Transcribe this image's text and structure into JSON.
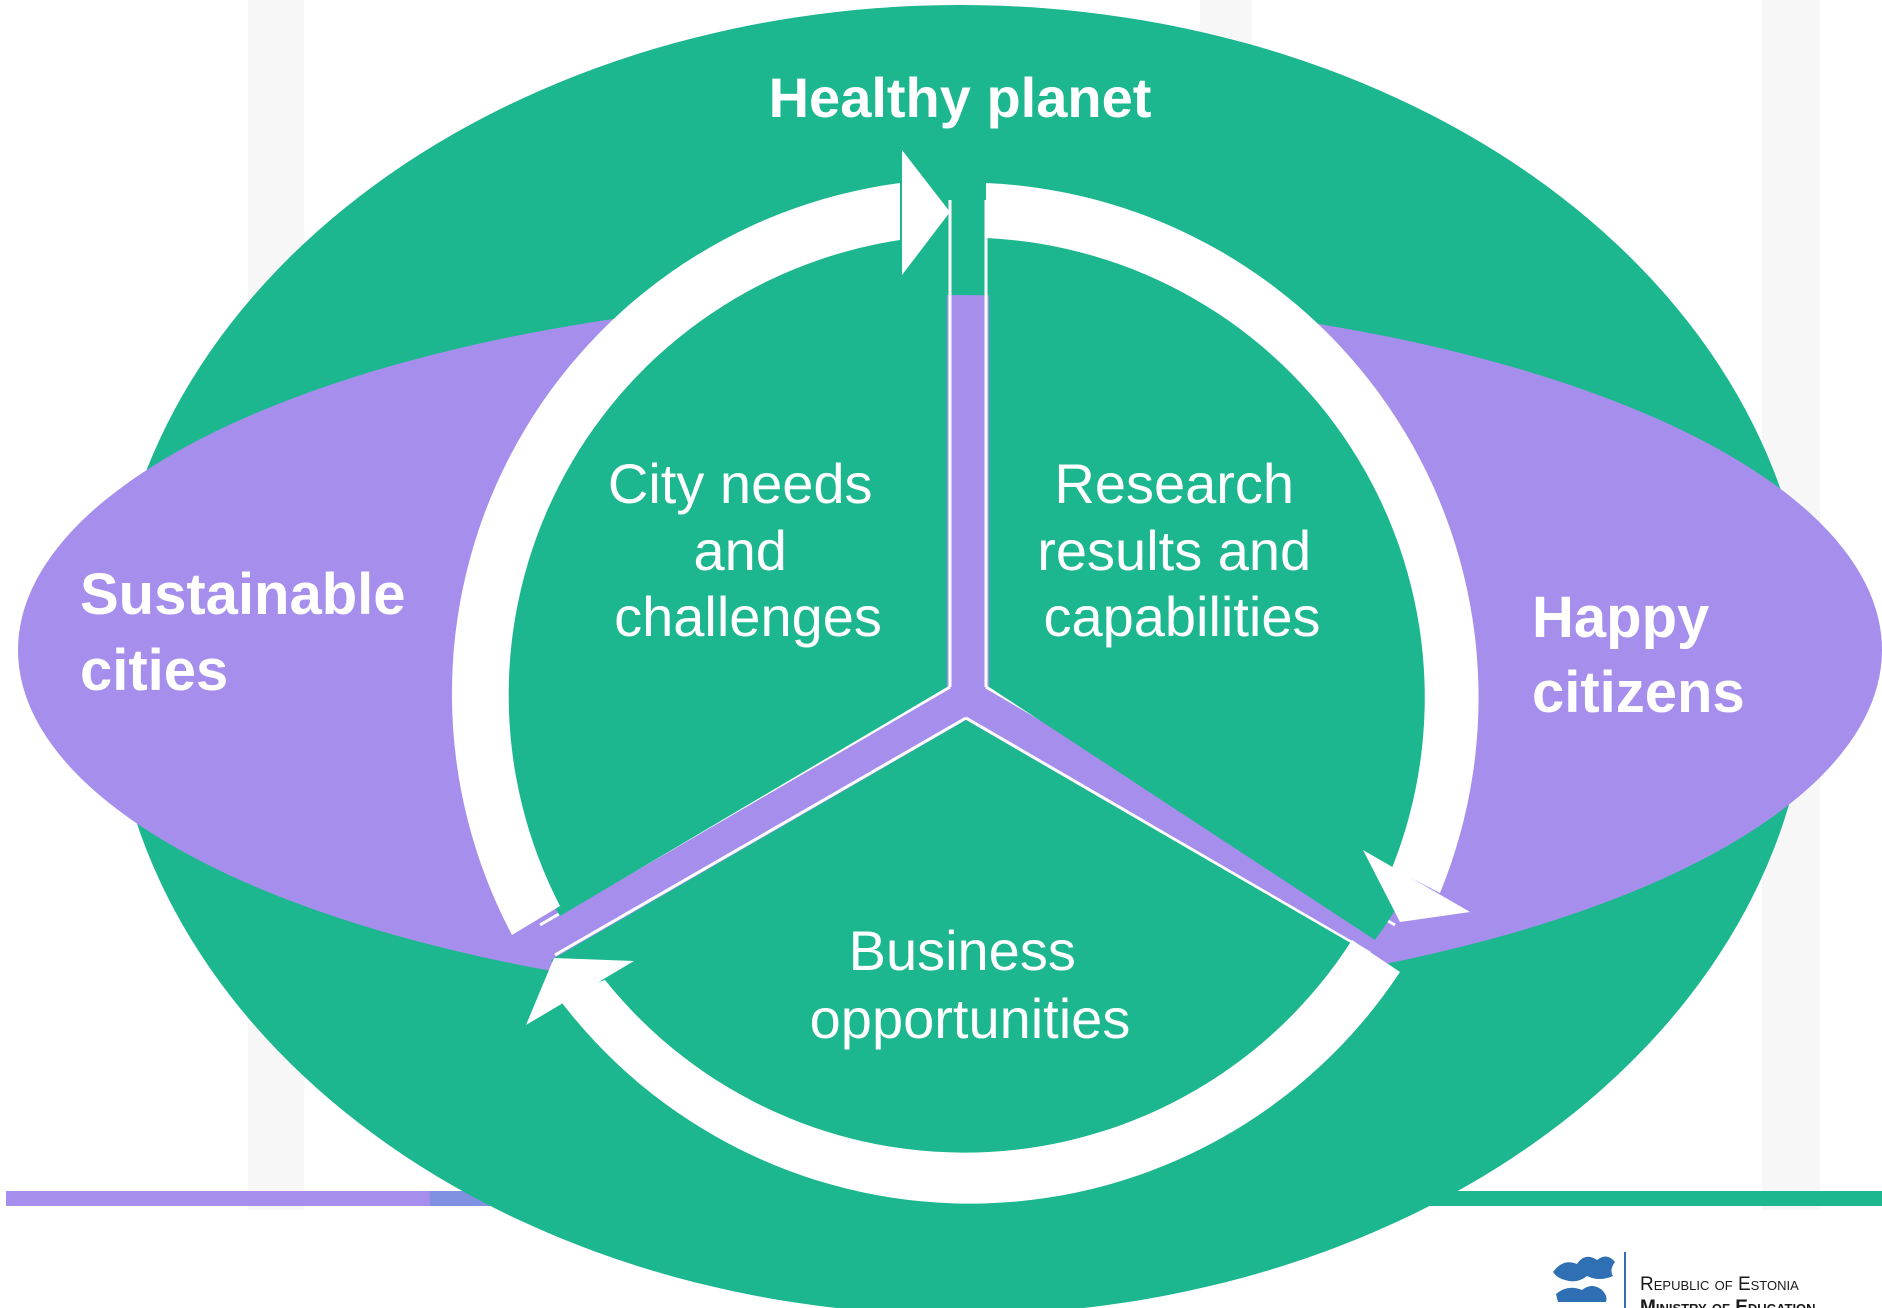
{
  "outer_labels": {
    "top": "Healthy planet",
    "left": [
      "Sustainable",
      "cities"
    ],
    "right": [
      "Happy",
      "citizens"
    ]
  },
  "segments": {
    "city": [
      "City needs",
      "and",
      "challenges"
    ],
    "research": [
      "Research",
      "results and",
      "capabilities"
    ],
    "business": [
      "Business",
      "opportunities"
    ]
  },
  "logo": {
    "line1": "Republic of Estonia",
    "line2": "Ministry of Education"
  },
  "colors": {
    "green": "#1cb68f",
    "purple": "#a68fec",
    "white": "#ffffff",
    "blue_accent": "#7f91e0"
  }
}
